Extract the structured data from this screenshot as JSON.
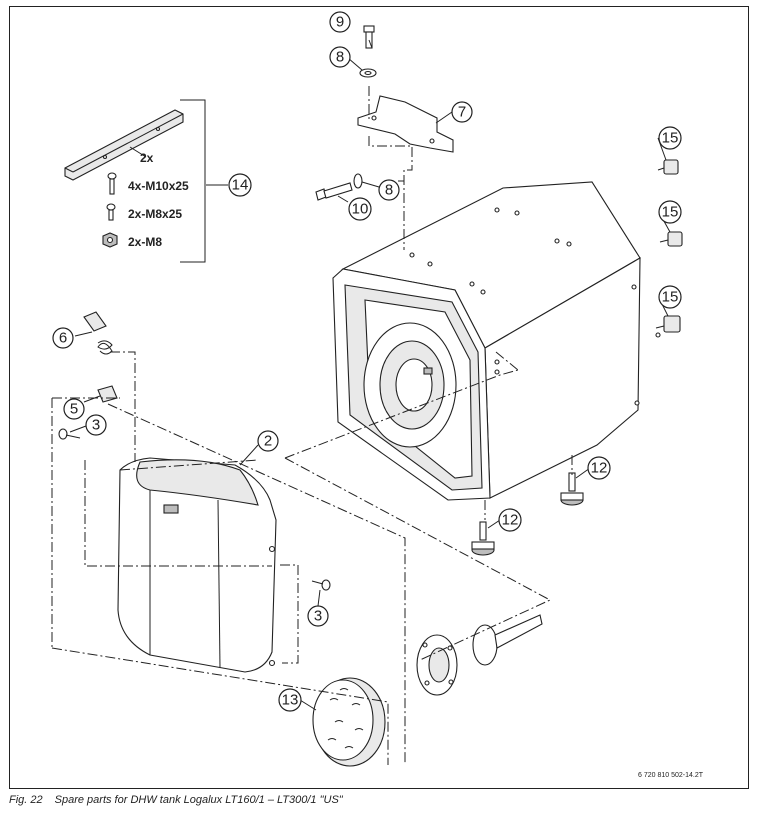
{
  "figure": {
    "label": "Fig. 22",
    "caption": "Spare parts for DHW tank Logalux LT160/1 – LT300/1 \"US\"",
    "doc_number": "6 720 810 502-14.2T"
  },
  "callouts": {
    "c2": "2",
    "c3a": "3",
    "c3b": "3",
    "c5": "5",
    "c6": "6",
    "c7": "7",
    "c8a": "8",
    "c8b": "8",
    "c9": "9",
    "c10": "10",
    "c12a": "12",
    "c12b": "12",
    "c13": "13",
    "c14": "14",
    "c15a": "15",
    "c15b": "15",
    "c15c": "15"
  },
  "kit": {
    "bracket_qty": "2x",
    "bolt_long": "4x-M10x25",
    "bolt_short": "2x-M8x25",
    "nut": "2x-M8"
  }
}
